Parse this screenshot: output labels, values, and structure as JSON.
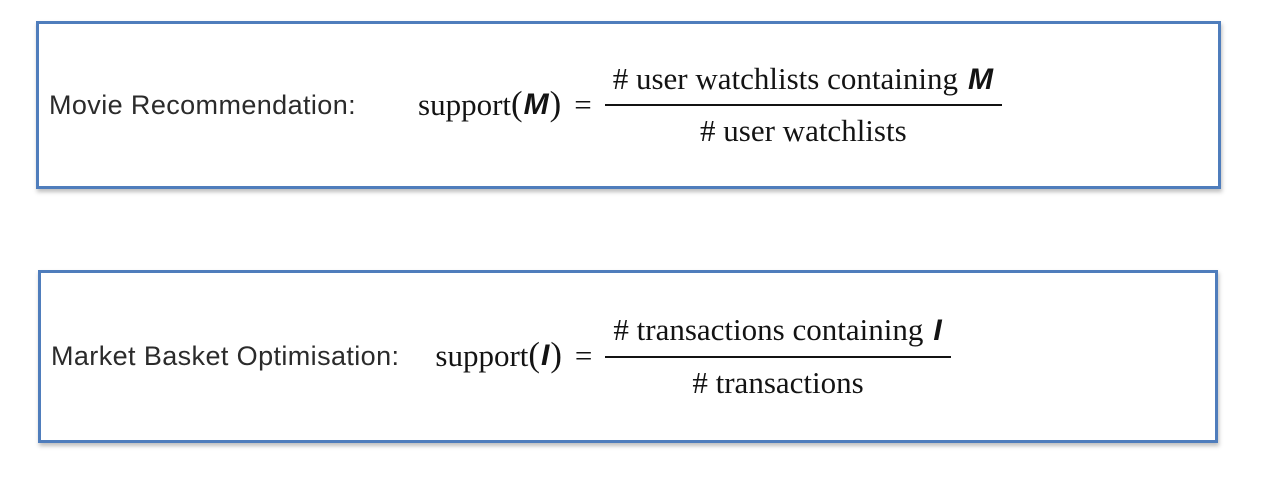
{
  "boxes": [
    {
      "label": "Movie Recommendation:",
      "formula": {
        "func": "support",
        "open_paren": "(",
        "var": "M",
        "close_paren": ")",
        "equals": "=",
        "numerator_prefix": "# user watchlists containing",
        "numerator_var": "M",
        "denominator": "# user watchlists"
      }
    },
    {
      "label": "Market Basket Optimisation:",
      "formula": {
        "func": "support",
        "open_paren": "(",
        "var": "I",
        "close_paren": ")",
        "equals": "=",
        "numerator_prefix": "# transactions containing",
        "numerator_var": "I",
        "denominator": "# transactions"
      }
    }
  ],
  "colors": {
    "box_border": "#4f7dbc",
    "label_text": "#2b2b2b",
    "formula_text": "#131313"
  }
}
